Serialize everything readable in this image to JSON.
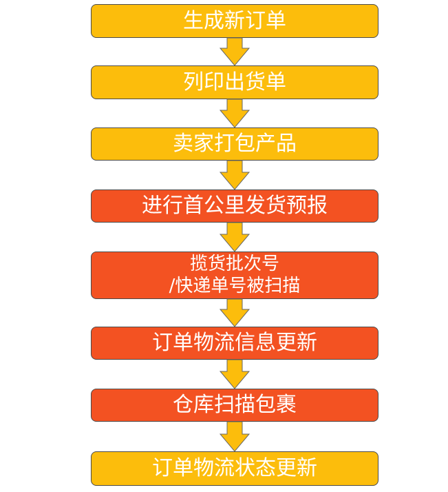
{
  "colors": {
    "yellow": "#fcbd0c",
    "red": "#f35222",
    "arrow": "#fcbd0c",
    "border": "#4a4a4a"
  },
  "steps": [
    {
      "label": "生成新订单"
    },
    {
      "label": "列印出货单"
    },
    {
      "label": "卖家打包产品"
    },
    {
      "label": "进行首公里发货预报"
    },
    {
      "line1": "揽货批次号",
      "line2": "/快递单号被扫描"
    },
    {
      "label": "订单物流信息更新"
    },
    {
      "label": "仓库扫描包裹"
    },
    {
      "label": "订单物流状态更新"
    }
  ]
}
